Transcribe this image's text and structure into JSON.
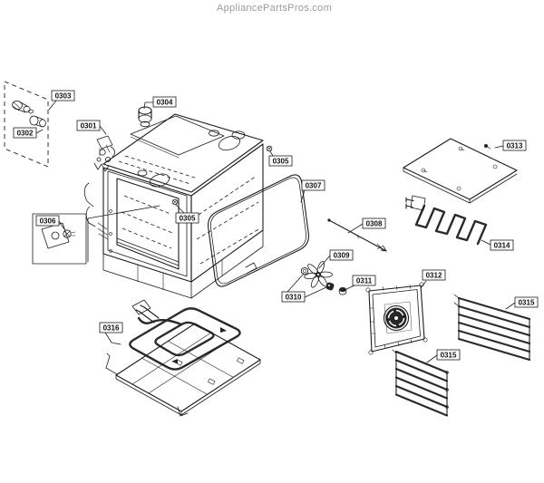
{
  "watermark": "AppliancePartsPros.com",
  "colors": {
    "background": "#ffffff",
    "line": "#1c1c1c",
    "watermark": "#9a9a9a"
  },
  "callouts": [
    {
      "label": "0303"
    },
    {
      "label": "0302"
    },
    {
      "label": "0301"
    },
    {
      "label": "0304"
    },
    {
      "label": "0305"
    },
    {
      "label": "0305"
    },
    {
      "label": "0306"
    },
    {
      "label": "0307"
    },
    {
      "label": "0308"
    },
    {
      "label": "0309"
    },
    {
      "label": "0310"
    },
    {
      "label": "0311"
    },
    {
      "label": "0312"
    },
    {
      "label": "0313"
    },
    {
      "label": "0314"
    },
    {
      "label": "0315"
    },
    {
      "label": "0315"
    },
    {
      "label": "0316"
    }
  ]
}
